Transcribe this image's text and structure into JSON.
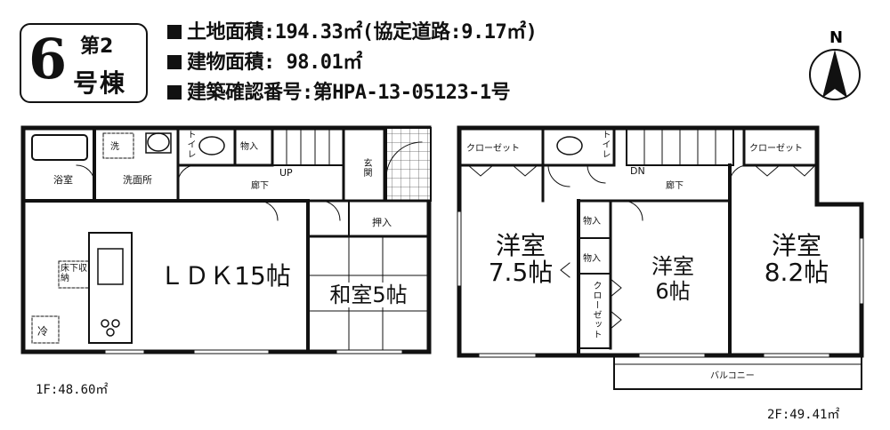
{
  "badge": {
    "number": "6",
    "line1": "第2",
    "line2": "号棟"
  },
  "info": {
    "land_area": "土地面積:194.33㎡(協定道路:9.17㎡)",
    "building_area": "建物面積: 98.01㎡",
    "permit": "建築確認番号:第HPA-13-05123-1号"
  },
  "compass": {
    "north_label": "N"
  },
  "floor1": {
    "area_label": "1F:48.60㎡",
    "rooms": {
      "bath": "浴室",
      "washroom": "洗面所",
      "washer_mark": "洗",
      "toilet": "トイレ",
      "storage": "物入",
      "up": "UP",
      "hall": "廊下",
      "entrance": "玄関",
      "oshiire": "押入",
      "ldk": "ＬＤＫ15帖",
      "washitsu": "和室5帖",
      "under_floor": "床下収納",
      "fridge": "冷"
    }
  },
  "floor2": {
    "area_label": "2F:49.41㎡",
    "rooms": {
      "closet_left": "クローゼット",
      "closet_right": "クローゼット",
      "closet_vertical": "クローゼット",
      "toilet": "トイレ",
      "dn": "DN",
      "hall": "廊下",
      "storage1": "物入",
      "storage2": "物入",
      "room1_name": "洋室",
      "room1_size": "7.5帖",
      "room2_name": "洋室",
      "room2_size": "6帖",
      "room3_name": "洋室",
      "room3_size": "8.2帖",
      "balcony": "バルコニー"
    }
  }
}
